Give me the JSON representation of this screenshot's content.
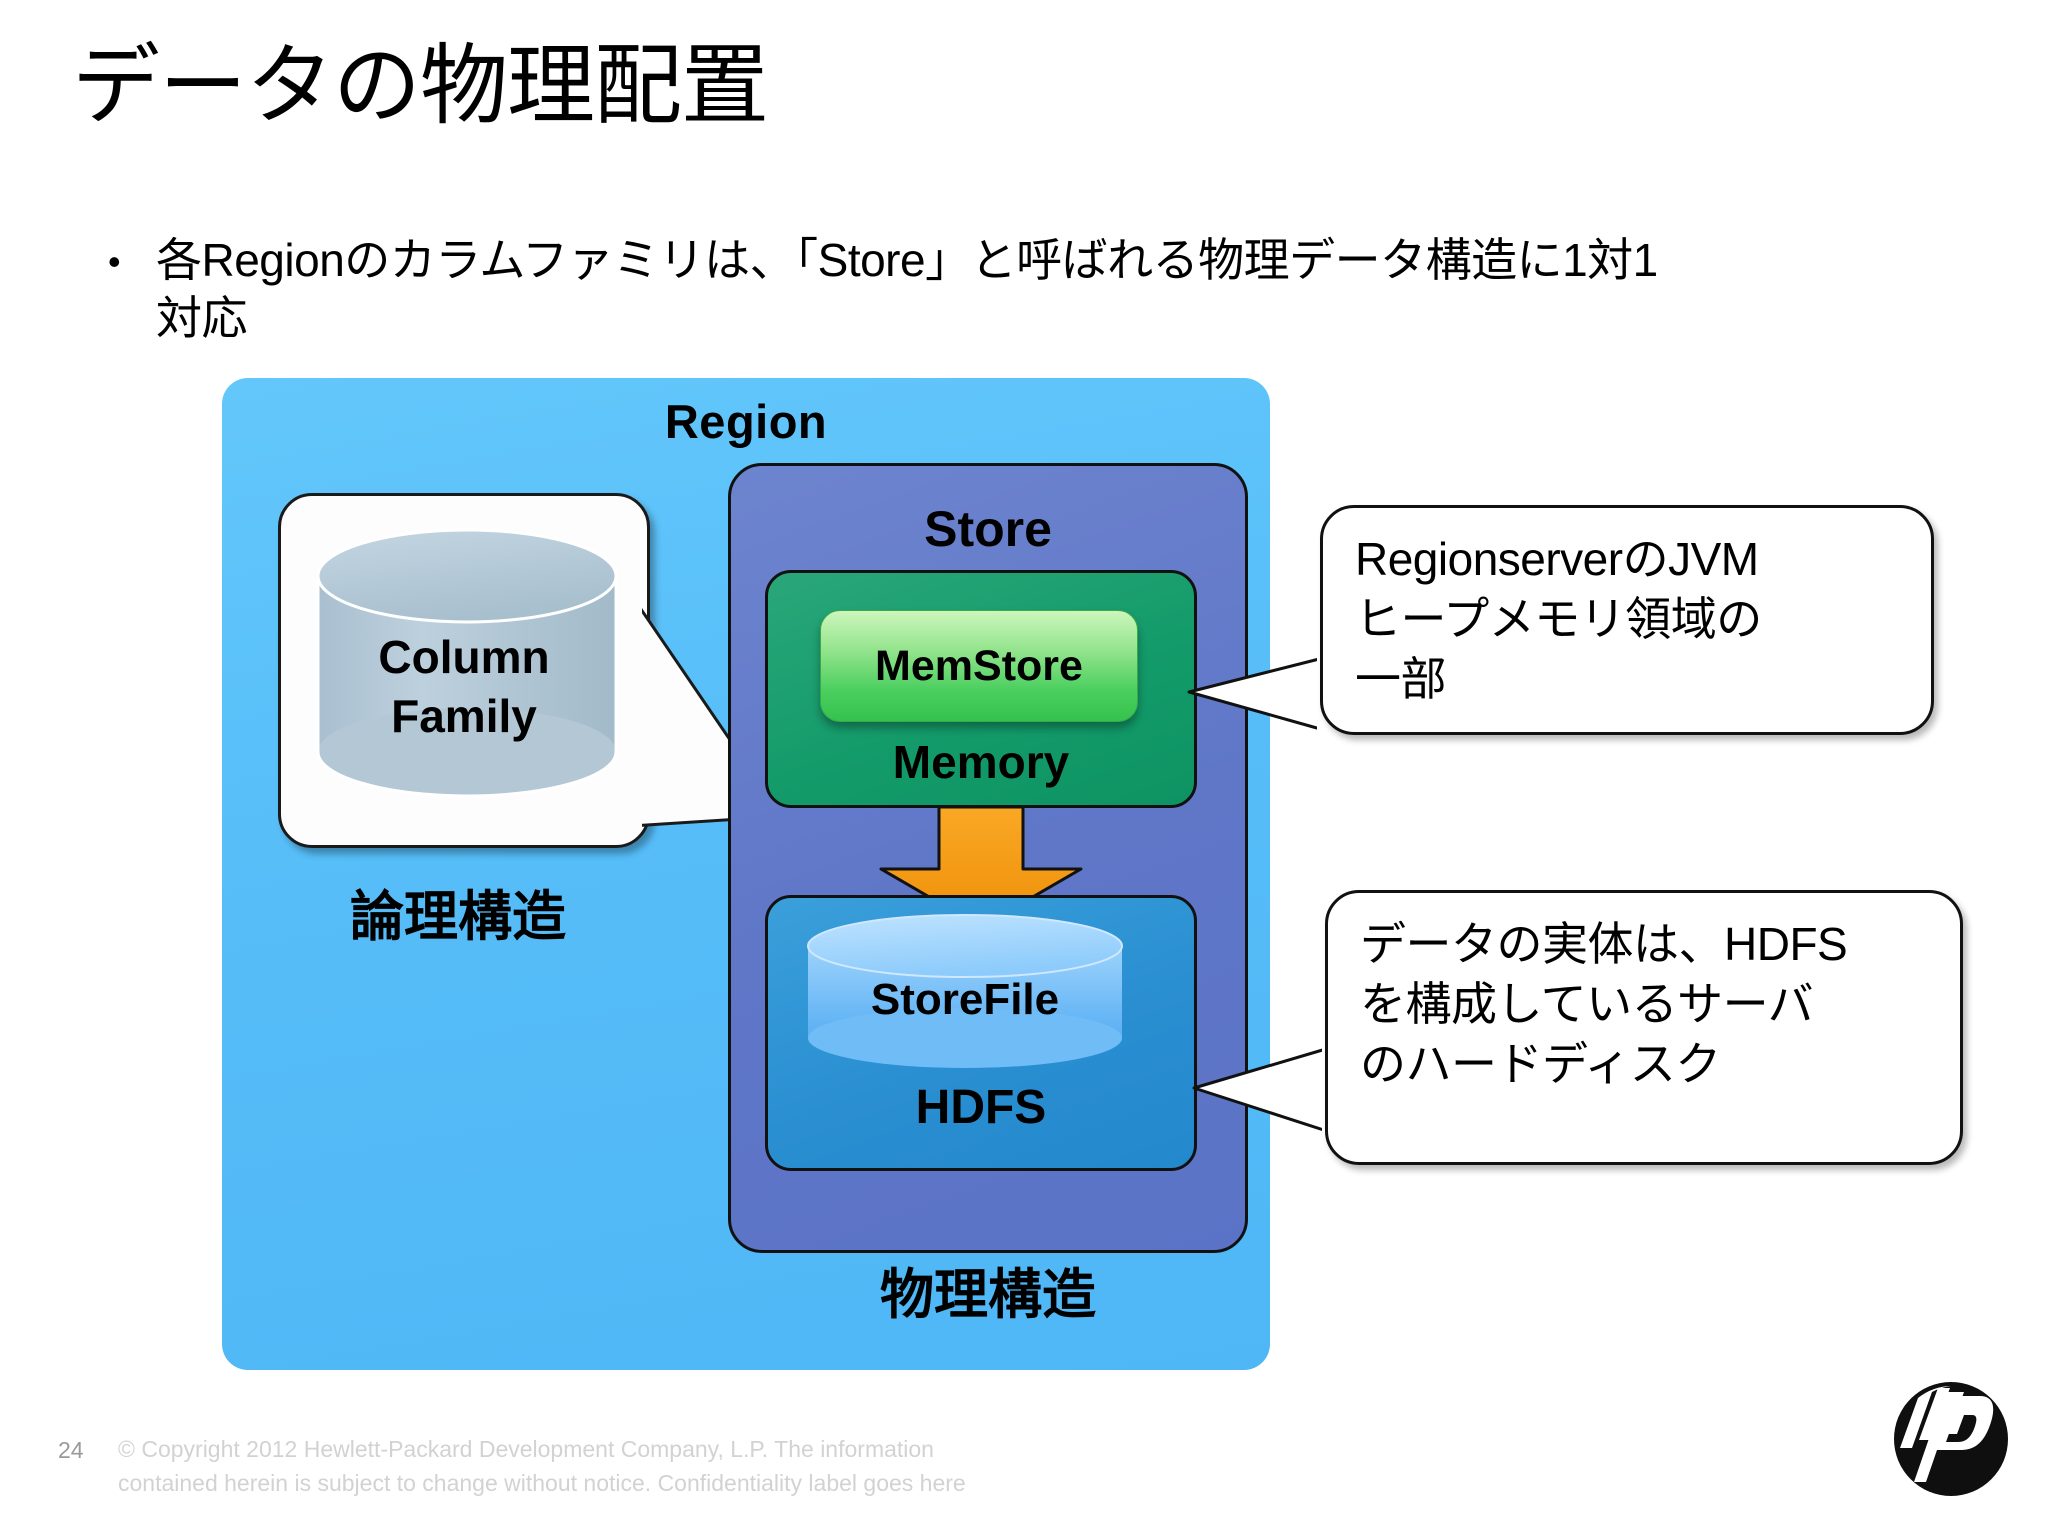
{
  "slide": {
    "title": "データの物理配置",
    "bullets": [
      {
        "marker": "•",
        "line1": "各Regionのカラムファミリは、「Store」と呼ばれる物理データ構造に1対1",
        "line2": "対応"
      }
    ]
  },
  "diagram": {
    "region_label": "Region",
    "column_family_label": "Column\nFamily",
    "store_label": "Store",
    "memstore_label": "MemStore",
    "memory_label": "Memory",
    "storefile_label": "StoreFile",
    "hdfs_label": "HDFS",
    "logical_structure_label": "論理構造",
    "physical_structure_label": "物理構造",
    "callouts": [
      {
        "id": "memory-callout",
        "text": "RegionserverのJVM\nヒープメモリ領域の\n一部"
      },
      {
        "id": "hdfs-callout",
        "text": "データの実体は、HDFS\nを構成しているサーバ\nのハードディスク"
      }
    ],
    "colors": {
      "region_panel": "#56bdf8",
      "store_box": "#6077c8",
      "memory_box": "#149b6a",
      "memstore_button": "#4bcf5f",
      "hdfs_box": "#2a8fd1",
      "storefile_cylinder": "#5fb2f2",
      "arrow": "#f59a16",
      "column_family_cylinder": "#aec3d2"
    }
  },
  "footer": {
    "page_number": "24",
    "copyright_line1": "© Copyright 2012 Hewlett-Packard Development Company, L.P.  The information",
    "copyright_line2": "contained herein is subject to change without notice. Confidentiality label goes here",
    "logo_text": "hp"
  }
}
